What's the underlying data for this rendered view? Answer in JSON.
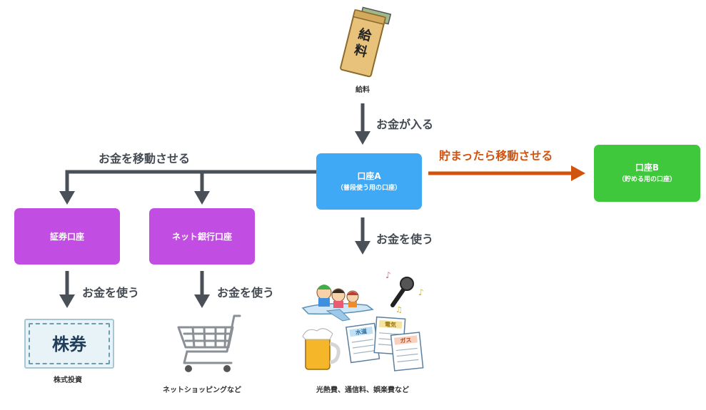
{
  "salary": {
    "caption": "給料",
    "envelope_text": "給料"
  },
  "flows": {
    "income": "お金が入る",
    "move_left": "お金を移動させる",
    "move_right": "貯まったら移動させる",
    "spend_a": "お金を使う",
    "spend_securities": "お金を使う",
    "spend_net": "お金を使う"
  },
  "nodes": {
    "account_a": {
      "title": "口座A",
      "sub": "（普段使う用の口座）",
      "color": "#3fa9f5"
    },
    "account_b": {
      "title": "口座B",
      "sub": "（貯める用の口座）",
      "color": "#3fc83c"
    },
    "securities": {
      "title": "証券口座",
      "color": "#c24de2"
    },
    "net_bank": {
      "title": "ネット銀行口座",
      "color": "#c24de2"
    }
  },
  "captions": {
    "stocks": "株式投資",
    "shopping": "ネットショッピングなど",
    "expenses": "光熱費、通信料、娯楽費など"
  },
  "illustrations": {
    "stock_certificate": "株券",
    "water_bill": "水道",
    "electric_bill": "電気",
    "gas_bill": "ガス"
  },
  "colors": {
    "arrow": "#4a5058",
    "highlight_arrow": "#d0530f"
  }
}
